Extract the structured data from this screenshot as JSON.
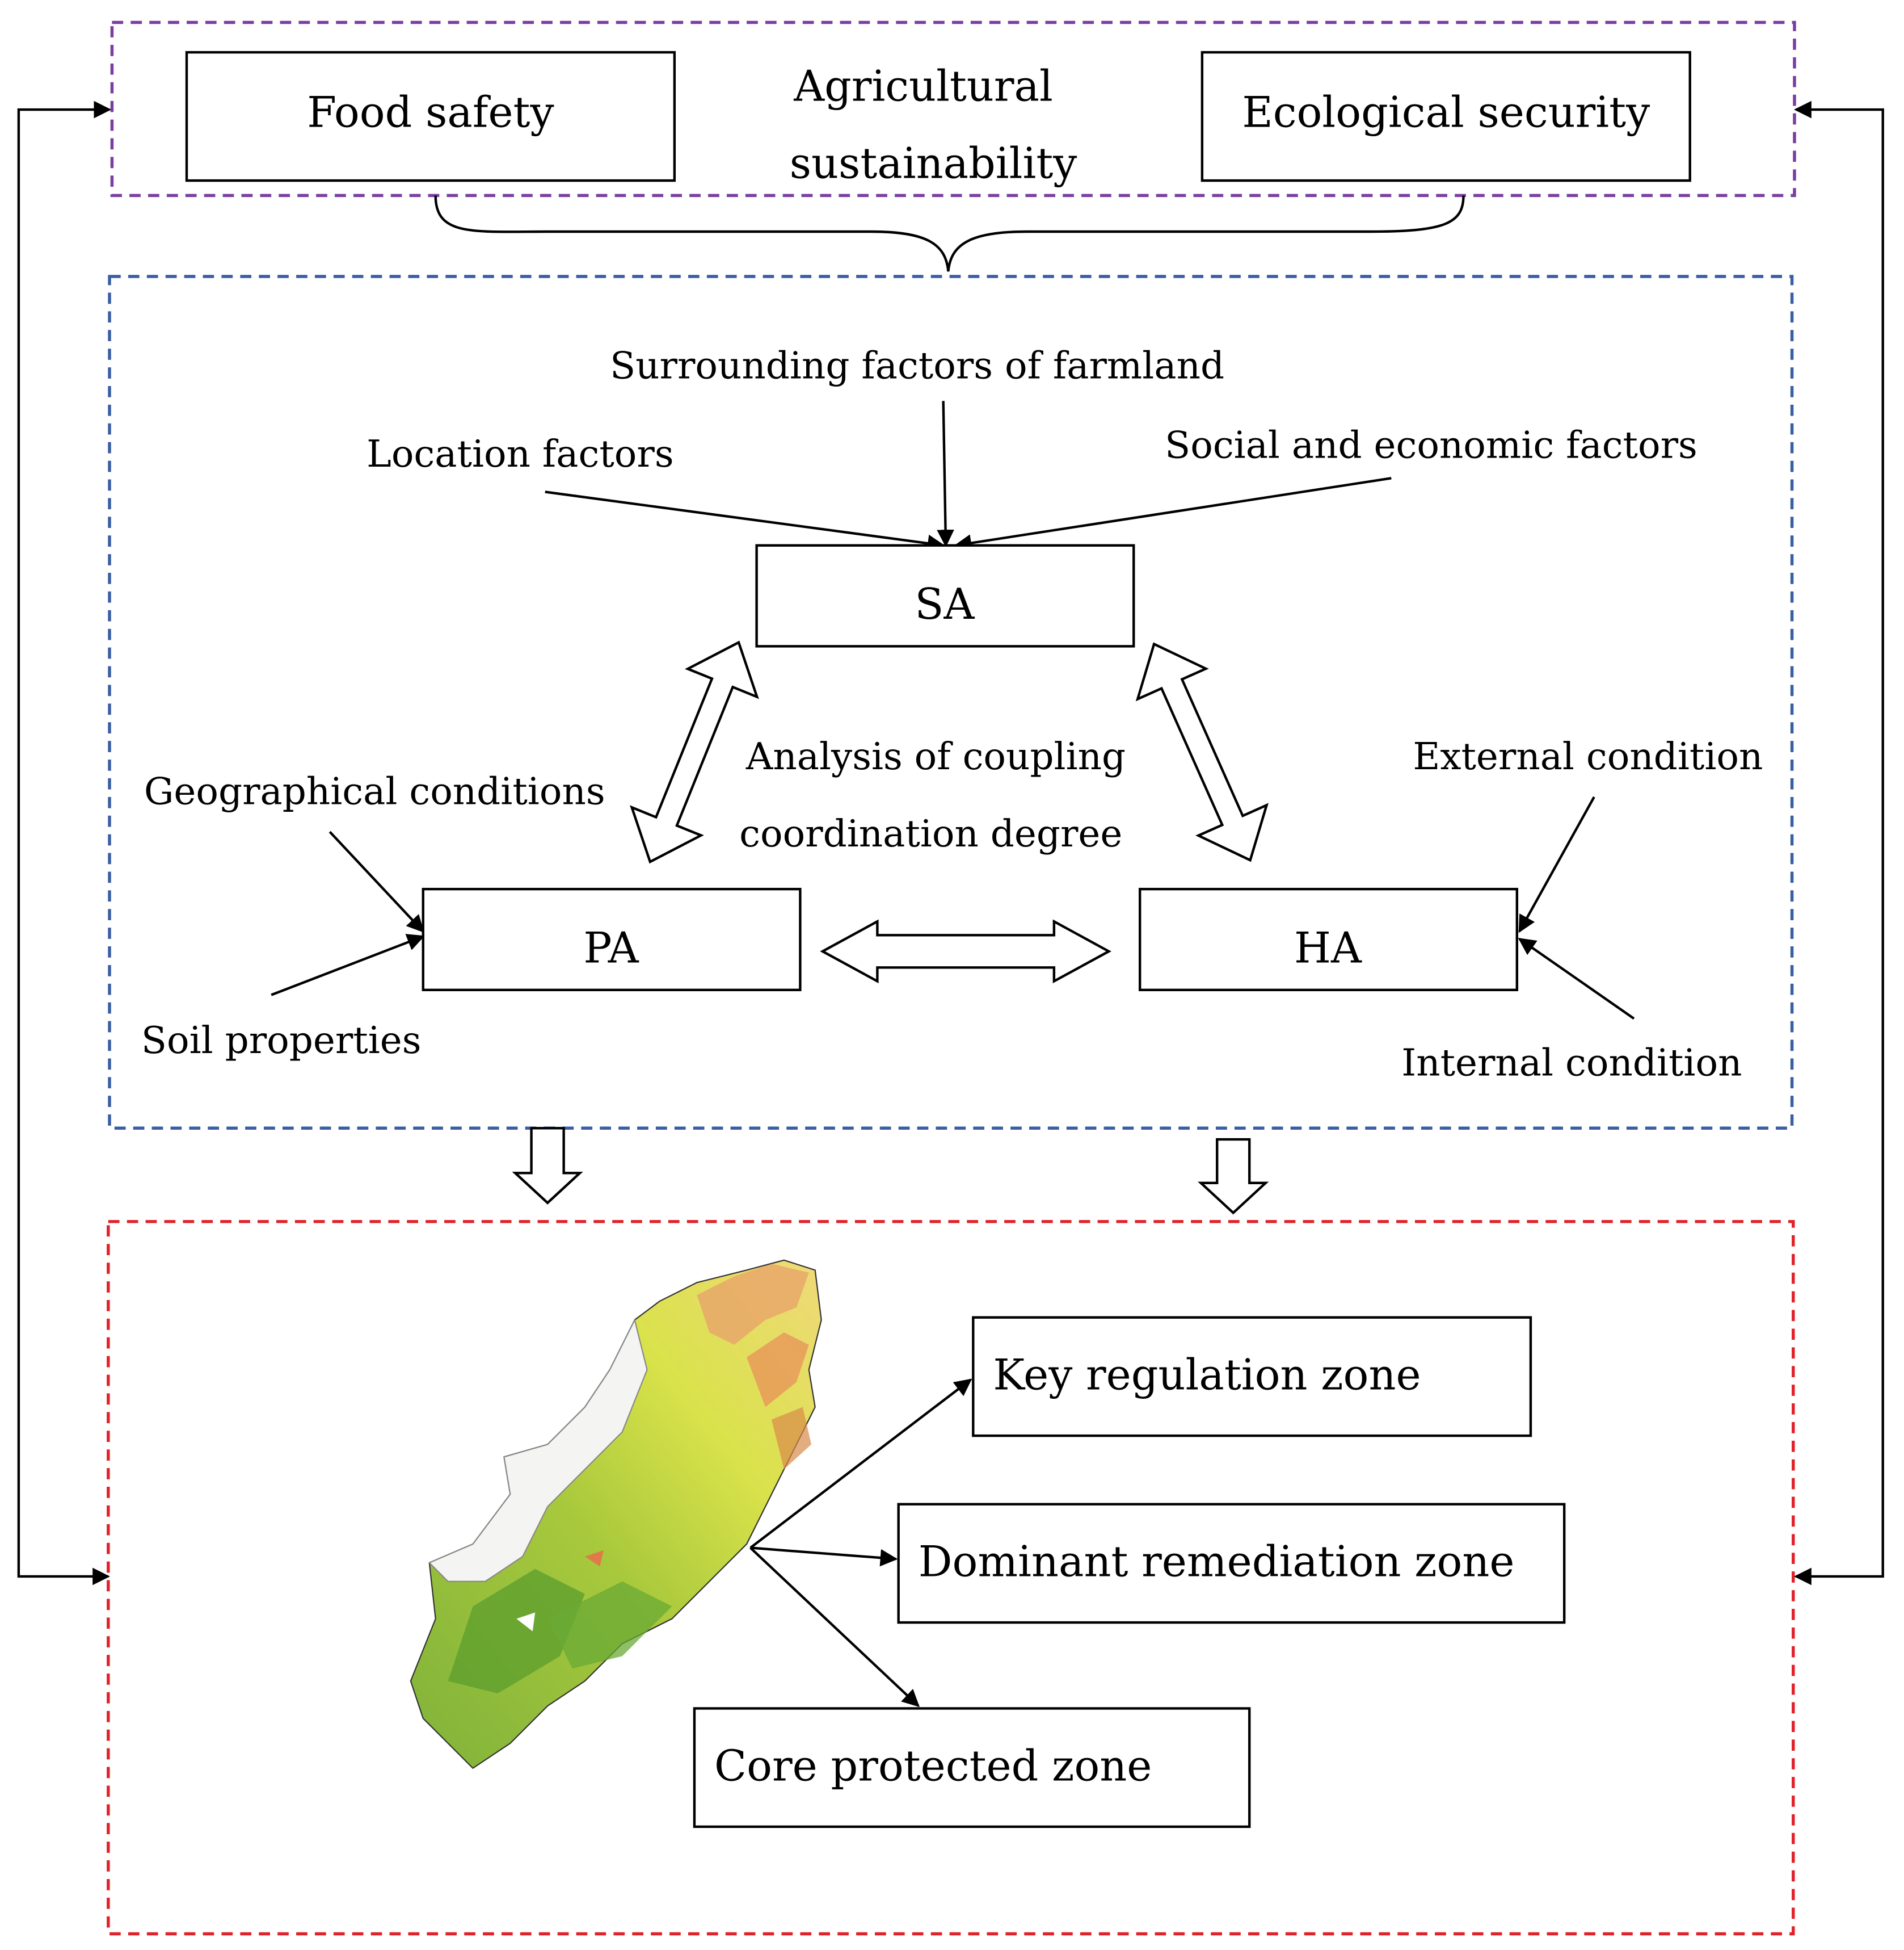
{
  "colors": {
    "top_frame": "#7a3ea0",
    "middle_frame": "#3a5ea3",
    "bottom_frame": "#e0232a",
    "line": "#000000"
  },
  "top": {
    "food_safety": "Food safety",
    "ecological_security": "Ecological security",
    "agri_line1": "Agricultural",
    "agri_line2": "sustainability"
  },
  "middle": {
    "surrounding": "Surrounding factors of farmland",
    "location": "Location factors",
    "social": "Social and economic factors",
    "sa": "SA",
    "pa": "PA",
    "ha": "HA",
    "analysis_line1": "Analysis of coupling",
    "analysis_line2": "coordination degree",
    "geographical": "Geographical conditions",
    "soil": "Soil properties",
    "external": "External condition",
    "internal": "Internal condition"
  },
  "bottom": {
    "key_zone": "Key regulation zone",
    "dominant_zone": "Dominant remediation zone",
    "core_zone": "Core protected zone",
    "map_image": "regional-zoning-map"
  }
}
